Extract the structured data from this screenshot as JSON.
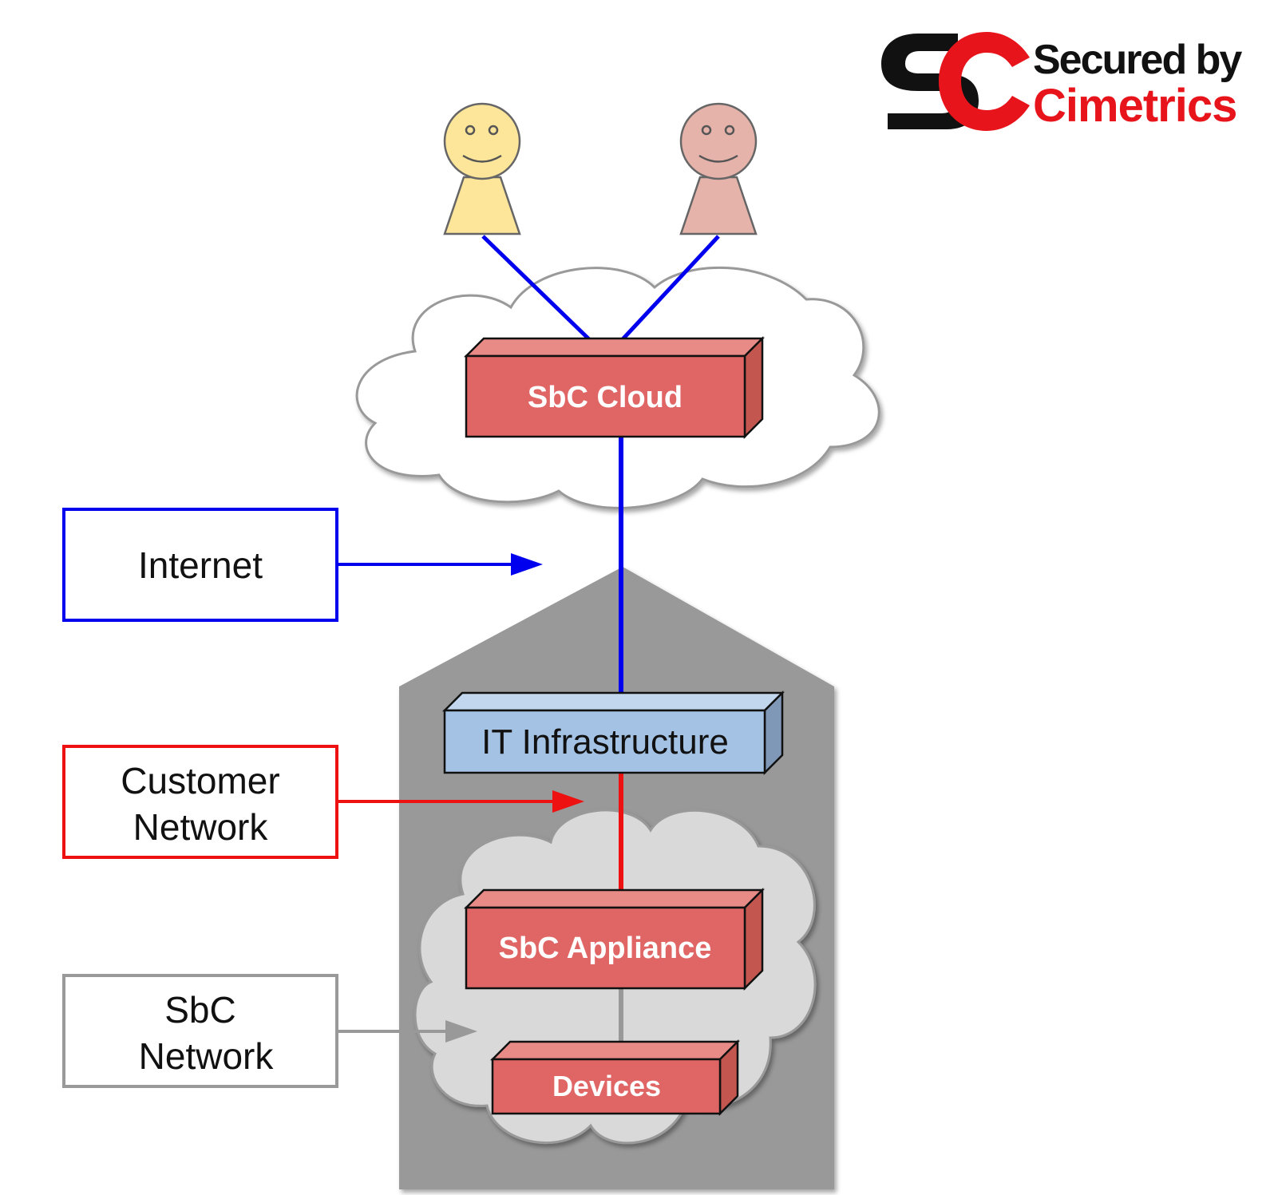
{
  "logo": {
    "line1": "Secured by",
    "line2": "Cimetrics",
    "monogram": "SC",
    "colors": {
      "black": "#111111",
      "red": "#e8141b"
    }
  },
  "legend": {
    "internet": "Internet",
    "customer_network_line1": "Customer",
    "customer_network_line2": "Network",
    "sbc_network_line1": "SbC",
    "sbc_network_line2": "Network"
  },
  "nodes": {
    "sbc_cloud": "SbC Cloud",
    "it_infrastructure": "IT Infrastructure",
    "sbc_appliance": "SbC Appliance",
    "devices": "Devices"
  },
  "colors": {
    "internet": "#0000ee",
    "customer_network": "#ee1111",
    "sbc_network": "#999999",
    "red_box": "#e06666",
    "blue_box": "#a4c2e4",
    "building": "#999999",
    "user1": "#fde59a",
    "user2": "#e6b3ab"
  },
  "icons": [
    "user-icon",
    "user-icon",
    "cloud-icon",
    "cloud-icon",
    "building-icon",
    "arrow-icon"
  ]
}
